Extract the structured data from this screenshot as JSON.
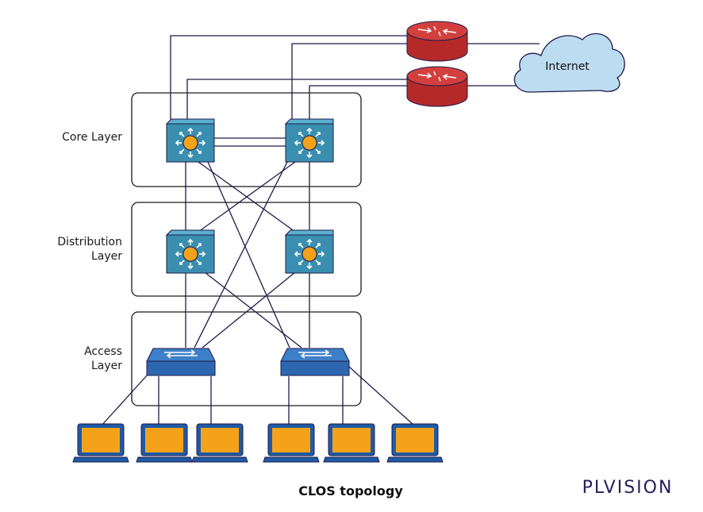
{
  "layers": {
    "core": "Core Layer",
    "distribution": [
      "Distribution",
      "Layer"
    ],
    "access": [
      "Access",
      "Layer"
    ]
  },
  "internet_label": "Internet",
  "caption": "CLOS topology",
  "brand": "PLVISION",
  "colors": {
    "line": "#1e1b4b",
    "switch_body": "#3a8fb0",
    "switch_top": "#5cb0cf",
    "switch_dot": "#f5a21b",
    "access_switch": "#2d67b0",
    "router": "#c0302e",
    "cloud": "#bcdcf2",
    "laptop_screen": "#f5a21b",
    "laptop_frame": "#1f5aa6"
  }
}
